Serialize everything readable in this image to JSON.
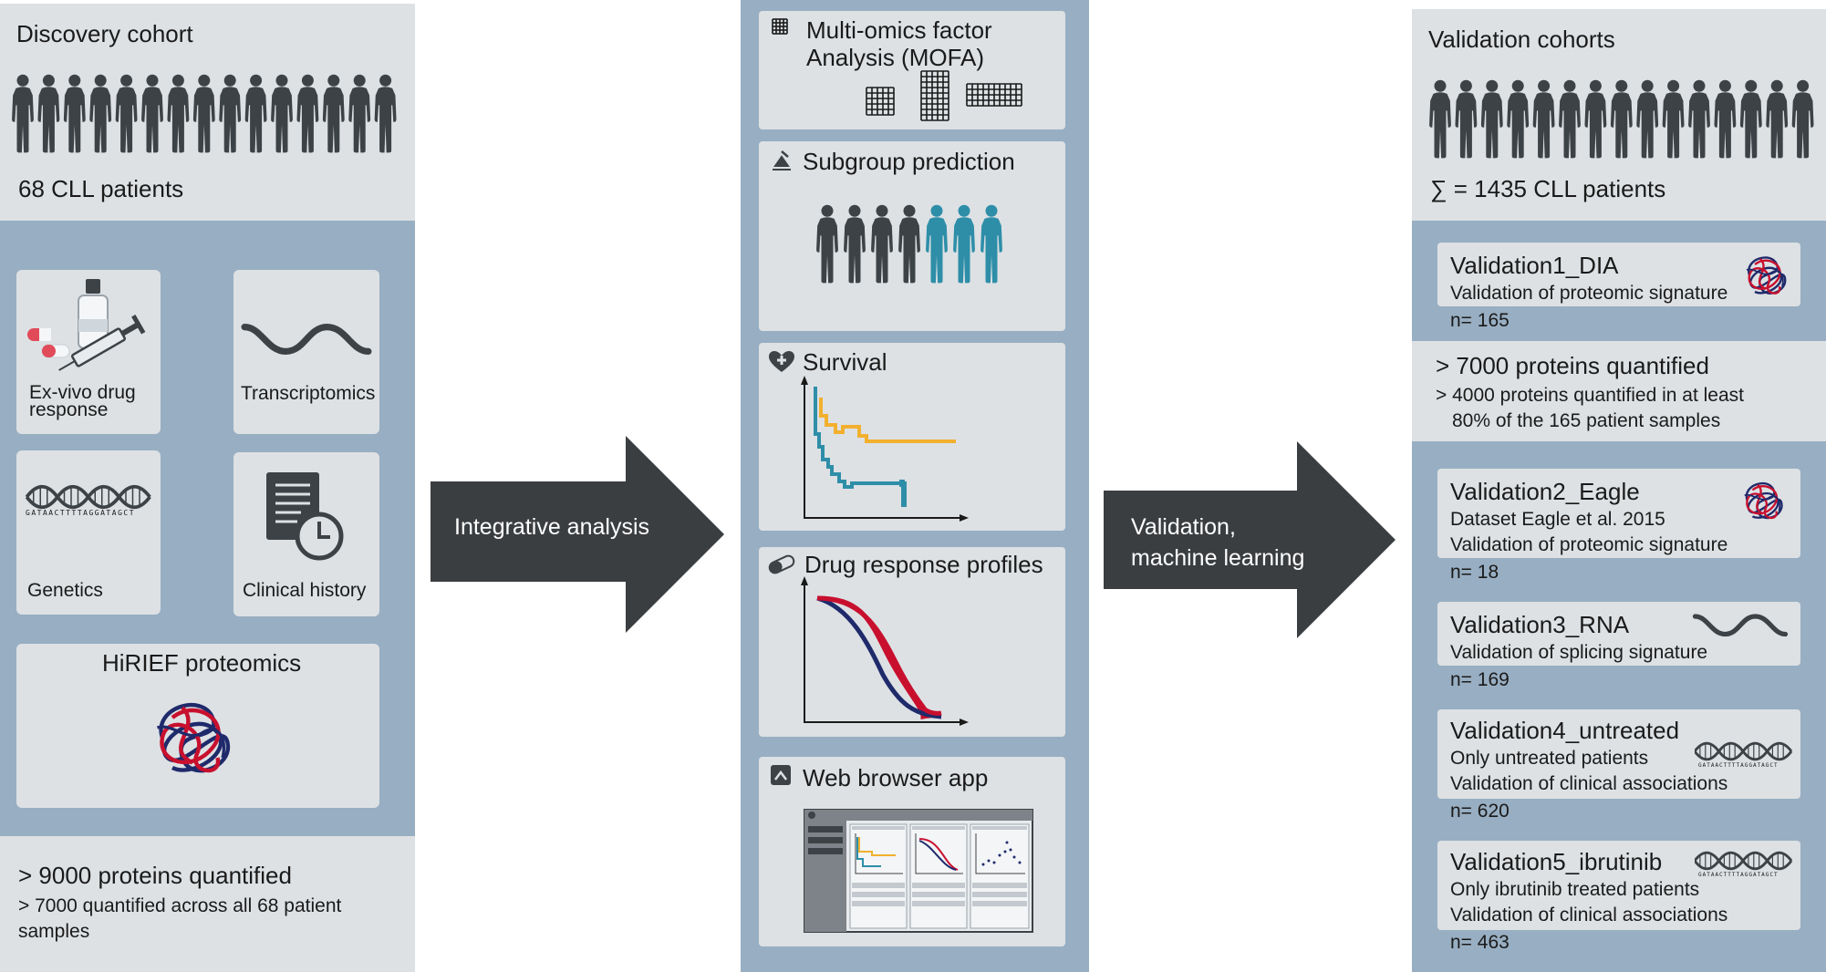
{
  "discovery": {
    "title": "Discovery cohort",
    "patients": "68 CLL patients",
    "data_types": {
      "drug": "Ex-vivo drug response",
      "transcriptomics": "Transcriptomics",
      "genetics": "Genetics",
      "dna_sequence": "GATAACTTTTAGGATAGCT",
      "clinical": "Clinical history",
      "proteomics": "HiRIEF proteomics"
    },
    "footer": {
      "headline": "> 9000 proteins quantified",
      "detail": "> 7000 quantified across all 68 patient samples"
    }
  },
  "arrows": {
    "left": "Integrative analysis",
    "right_line1": "Validation,",
    "right_line2": "machine learning"
  },
  "analysis": {
    "mofa_line1": "Multi-omics factor",
    "mofa_line2": "Analysis (MOFA)",
    "subgroup": "Subgroup prediction",
    "survival": "Survival",
    "drug_profiles": "Drug response profiles",
    "web_app": "Web browser app"
  },
  "validation": {
    "title": "Validation cohorts",
    "total": "∑ =  1435 CLL patients",
    "proteins": {
      "headline": "> 7000 proteins quantified",
      "detail_line1": "> 4000 proteins quantified in at least",
      "detail_line2": "80% of the 165 patient samples"
    },
    "cohorts": [
      {
        "name": "Validation1_DIA",
        "lines": [
          "Validation of proteomic signature"
        ],
        "n": "n= 165"
      },
      {
        "name": "Validation2_Eagle",
        "lines": [
          "Dataset Eagle et al. 2015",
          "Validation of proteomic signature"
        ],
        "n": "n= 18"
      },
      {
        "name": "Validation3_RNA",
        "lines": [
          "Validation of splicing signature"
        ],
        "n": "n= 169"
      },
      {
        "name": "Validation4_untreated",
        "lines": [
          "Only untreated patients",
          "Validation of clinical associations"
        ],
        "n": "n= 620"
      },
      {
        "name": "Validation5_ibrutinib",
        "lines": [
          "Only ibrutinib treated patients",
          "Validation of clinical associations"
        ],
        "n": "n= 463"
      }
    ]
  },
  "colors": {
    "panel_light": "#dde1e4",
    "panel_mid": "#98aec2",
    "arrow": "#3b3e41",
    "person": "#3d4246",
    "person_teal": "#2e8ea8",
    "curve_yellow": "#f2b02e",
    "curve_teal": "#2e8ea8",
    "curve_red": "#c8102e",
    "curve_navy": "#1f2a6b"
  },
  "icons": [
    "person-icon",
    "vial-icon",
    "pills-icon",
    "syringe-icon",
    "rna-wave-icon",
    "dna-helix-icon",
    "document-clock-icon",
    "protein-structure-icon",
    "grid-icon",
    "scale-icon",
    "heart-plus-icon",
    "capsule-icon",
    "browser-icon"
  ]
}
